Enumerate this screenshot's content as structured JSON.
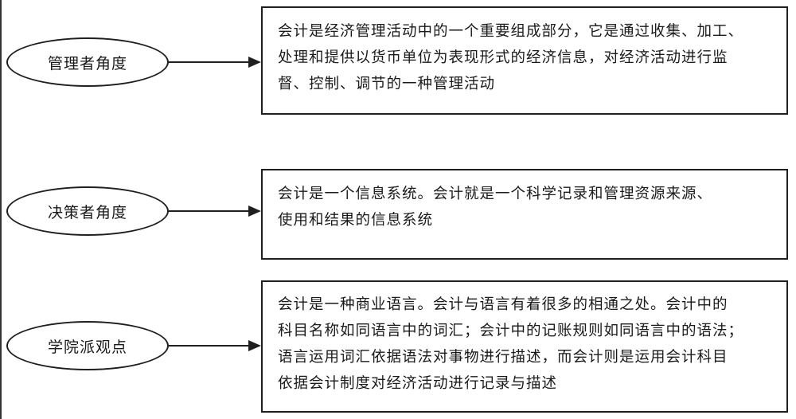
{
  "diagram": {
    "nodes": [
      {
        "label": "管理者角度",
        "description_lines": [
          "会计是经济管理活动中的一个重要组成部分，它是通过收集、加工、",
          "处理和提供以货币单位为表现形式的经济信息，对经济活动进行监",
          "督、控制、调节的一种管理活动"
        ]
      },
      {
        "label": "决策者角度",
        "description_lines": [
          "会计是一个信息系统。会计就是一个科学记录和管理资源来源、",
          "使用和结果的信息系统"
        ]
      },
      {
        "label": "学院派观点",
        "description_lines": [
          "会计是一种商业语言。会计与语言有着很多的相通之处。会计中的",
          "科目名称如同语言中的词汇；会计中的记账规则如同语言中的语法；",
          "语言运用词汇依据语法对事物进行描述，而会计则是运用会计科目",
          "依据会计制度对经济活动进行记录与描述"
        ]
      }
    ]
  }
}
